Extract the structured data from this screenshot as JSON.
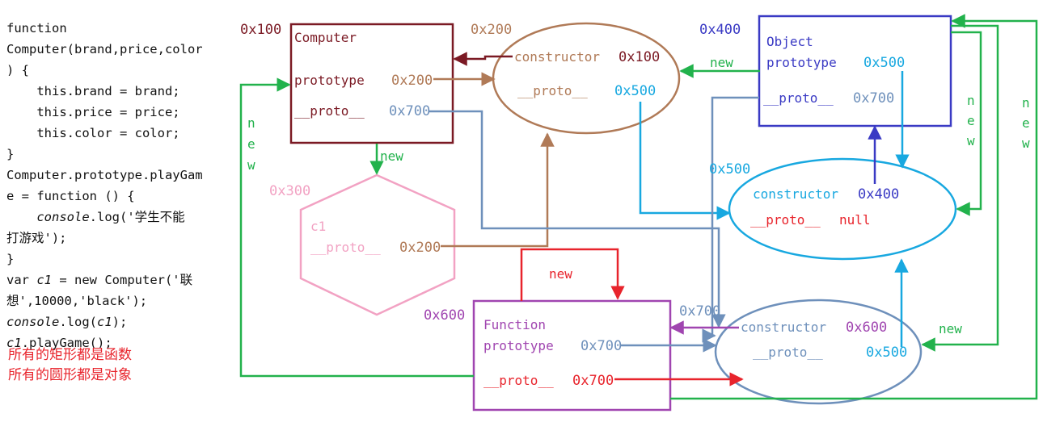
{
  "code": {
    "lines": [
      "function",
      "Computer(brand,price,color",
      ") {",
      "    this.brand = brand;",
      "    this.price = price;",
      "    this.color = color;",
      "}",
      "Computer.prototype.playGam",
      "e = function () {",
      "    {{i:console}}.log('学生不能",
      "打游戏');",
      "}",
      "var {{i:c1}} = new Computer('联",
      "想',10000,'black');",
      "{{i:console}}.log({{i:c1}});",
      "{{i:c1}}.playGame();"
    ]
  },
  "notes": [
    "所有的矩形都是函数",
    "所有的圆形都是对象"
  ],
  "colors": {
    "computer": "#7b1a24",
    "proto_obj": "#b07a57",
    "c1": "#f2a2c3",
    "object": "#3a3ac4",
    "object_proto": "#18a8e0",
    "function": "#a045b0",
    "function_proto": "#6e90bb",
    "new_arrow": "#22b24c",
    "red_arrow": "#e8242c"
  },
  "nodes": {
    "computer": {
      "name": "Computer",
      "prototype_label": "prototype",
      "prototype_value": "0x200",
      "proto_label": "__proto__",
      "proto_value": "0x700",
      "address": "0x100"
    },
    "computer_proto": {
      "constructor_label": "constructor",
      "constructor_value": "0x100",
      "proto_label": "__proto__",
      "proto_value": "0x500",
      "address": "0x200"
    },
    "c1": {
      "name": "c1",
      "proto_label": "__proto__",
      "proto_value": "0x200",
      "address": "0x300"
    },
    "object": {
      "name": "Object",
      "prototype_label": "prototype",
      "prototype_value": "0x500",
      "proto_label": "__proto__",
      "proto_value": "0x700",
      "address": "0x400"
    },
    "object_proto": {
      "constructor_label": "constructor",
      "constructor_value": "0x400",
      "proto_label": "__proto__",
      "proto_value": "null",
      "address": "0x500"
    },
    "function": {
      "name": "Function",
      "prototype_label": "prototype",
      "prototype_value": "0x700",
      "proto_label": "__proto__",
      "proto_value": "0x700",
      "address": "0x600"
    },
    "function_proto": {
      "constructor_label": "constructor",
      "constructor_value": "0x600",
      "proto_label": "__proto__",
      "proto_value": "0x500",
      "address": "0x700"
    }
  },
  "edge_labels": {
    "new": "new",
    "new_vertical": [
      "n",
      "e",
      "w"
    ]
  }
}
